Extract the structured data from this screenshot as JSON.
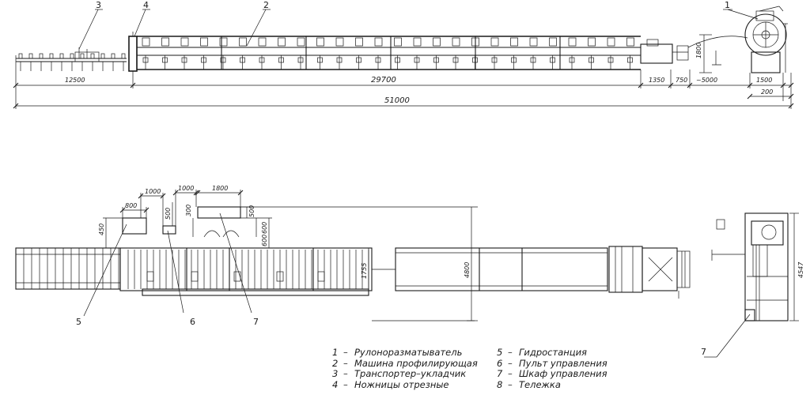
{
  "top_view": {
    "callouts": [
      "1",
      "2",
      "3",
      "4"
    ],
    "dimensions": {
      "d12500": "12500",
      "d29700": "29700",
      "d51000": "51000",
      "d1350": "1350",
      "d750": "750",
      "d5000": "~5000",
      "d1500": "1500",
      "d200": "200",
      "d1800": "1800"
    }
  },
  "plan_view": {
    "callouts": [
      "5",
      "6",
      "7"
    ],
    "dimensions": {
      "d800": "800",
      "d1000a": "1000",
      "d1000b": "1000",
      "d1800": "1800",
      "d450": "450",
      "d500a": "500",
      "d300": "300",
      "d500b": "500",
      "d600a": "600",
      "d600b": "600",
      "d1755": "1755",
      "d4800": "4800"
    }
  },
  "side_view": {
    "callout": "7",
    "dimension": "4547"
  },
  "legend": {
    "left": [
      {
        "num": "1",
        "text": "Рулоноразматыватель"
      },
      {
        "num": "2",
        "text": "Машина профилирующая"
      },
      {
        "num": "3",
        "text": "Транспортер–укладчик"
      },
      {
        "num": "4",
        "text": "Ножницы отрезные"
      }
    ],
    "right": [
      {
        "num": "5",
        "text": "Гидростанция"
      },
      {
        "num": "6",
        "text": "Пульт управления"
      },
      {
        "num": "7",
        "text": "Шкаф управления"
      },
      {
        "num": "8",
        "text": "Тележка"
      }
    ]
  }
}
